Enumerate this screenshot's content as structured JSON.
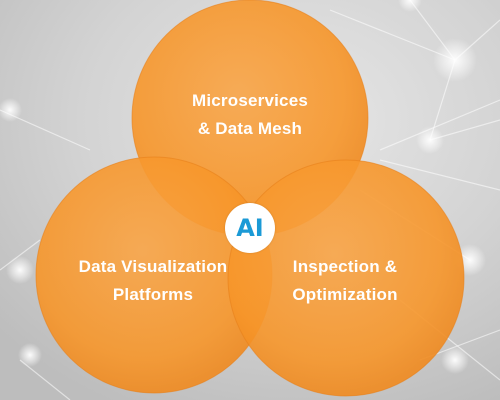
{
  "diagram": {
    "circles": [
      {
        "id": "top",
        "lines": [
          "Microservices",
          "& Data Mesh"
        ]
      },
      {
        "id": "left",
        "lines": [
          "Data Visualization",
          "Platforms"
        ]
      },
      {
        "id": "right",
        "lines": [
          "Inspection &",
          "Optimization"
        ]
      }
    ],
    "center": {
      "label": "AI"
    }
  },
  "colors": {
    "circle_fill": "#f7962a",
    "circle_edge": "#e7801a",
    "center_text": "#1b9ad6",
    "background": "#d7d7d7"
  }
}
